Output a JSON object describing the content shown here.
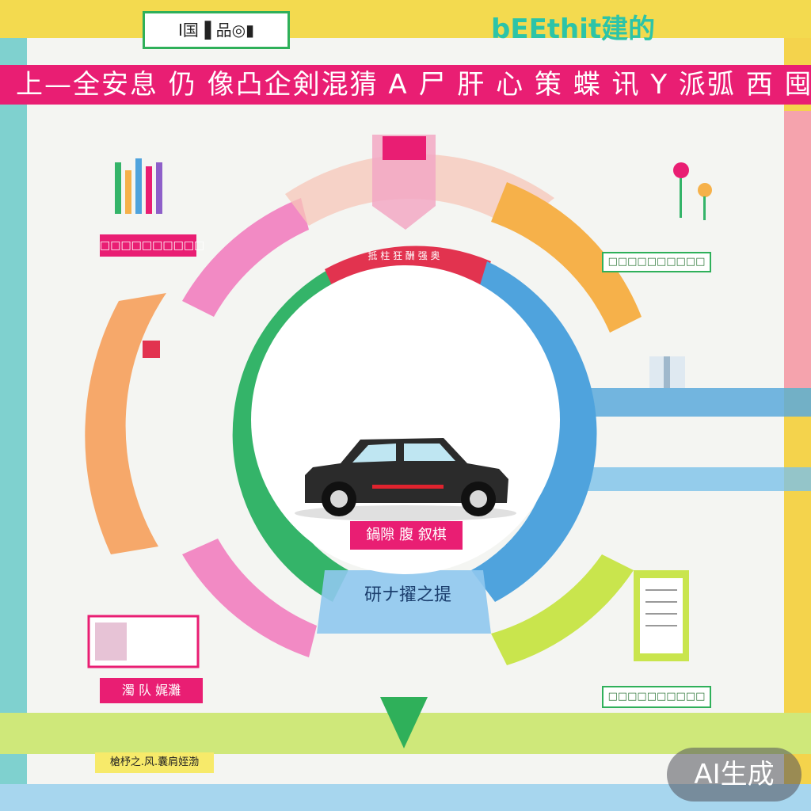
{
  "header": {
    "tag_text": "Ⅰ国▐ 品◎▮",
    "heading_text": "bEEthit建的",
    "title_text": "上—全安息 仍 像凸企剣混猜 A 尸 肝 心 策  蝶 讯 Y  派弧 西 囤   唯電地"
  },
  "nodes": {
    "left_top_label": "□□□□□□□□□□",
    "right_top_label": "□□□□□□□□□□",
    "center_caption": "鍋隙 腹 叙棋",
    "blue_segment_label": "研ナ擢之提",
    "right_bottom_label": "□□□□□□□□□□",
    "left_bottom_label": "濁 队 娓灘",
    "bottom_left_tag": "槍杼之.风.囊肩姪渤",
    "red_segment_label": "抵 柱 狂 酬 强 奥"
  },
  "badge": {
    "text": "AI生成"
  },
  "colors": {
    "pink": "#e91e73",
    "green": "#34b469",
    "blue": "#4fa3dd",
    "orange": "#f6b14a",
    "yellow": "#f3da4f",
    "lime": "#c9e54d",
    "car_body": "#2b2b2b",
    "car_accent": "#e0232e"
  },
  "icons": [
    "car-icon",
    "document-icon",
    "gift-box-icon",
    "flowers-icon",
    "monitor-icon",
    "chart-bars-icon"
  ]
}
